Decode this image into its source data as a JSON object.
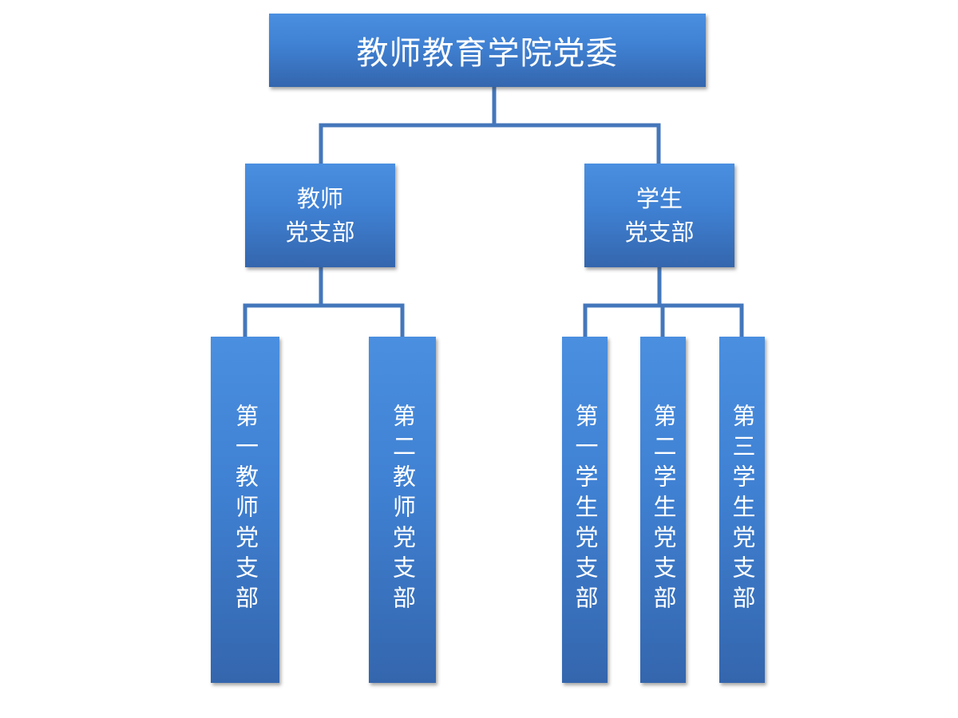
{
  "colors": {
    "node_top": "#4a8fe0",
    "node_bottom": "#3466ad",
    "connector": "#4477bb",
    "text": "#ffffff"
  },
  "root": {
    "label": "教师教育学院党委"
  },
  "branches": [
    {
      "line1": "教师",
      "line2": "党支部",
      "children": [
        {
          "label": "第一教师党支部"
        },
        {
          "label": "第二教师党支部"
        }
      ]
    },
    {
      "line1": "学生",
      "line2": "党支部",
      "children": [
        {
          "label": "第一学生党支部"
        },
        {
          "label": "第二学生党支部"
        },
        {
          "label": "第三学生党支部"
        }
      ]
    }
  ]
}
